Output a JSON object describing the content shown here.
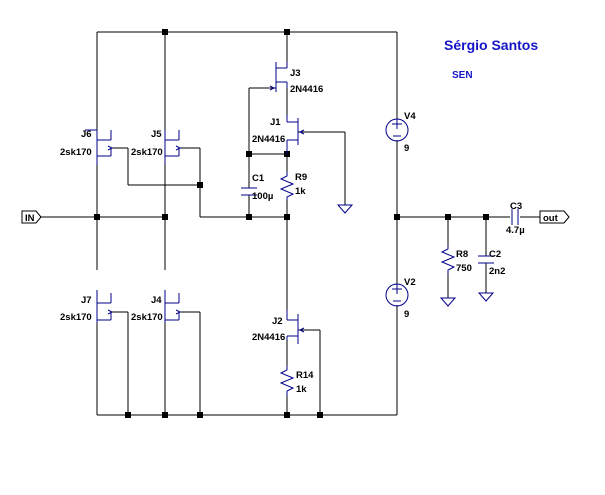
{
  "author": "Sérgio Santos",
  "subtitle": "SEN",
  "ports": {
    "in": "IN",
    "out": "out"
  },
  "jfets": {
    "J6": {
      "name": "J6",
      "model": "2sk170"
    },
    "J5": {
      "name": "J5",
      "model": "2sk170"
    },
    "J7": {
      "name": "J7",
      "model": "2sk170"
    },
    "J4": {
      "name": "J4",
      "model": "2sk170"
    },
    "J3": {
      "name": "J3",
      "model": "2N4416"
    },
    "J1": {
      "name": "J1",
      "model": "2N4416"
    },
    "J2": {
      "name": "J2",
      "model": "2N4416"
    }
  },
  "resistors": {
    "R9": {
      "name": "R9",
      "value": "1k"
    },
    "R14": {
      "name": "R14",
      "value": "1k"
    },
    "R8": {
      "name": "R8",
      "value": "750"
    }
  },
  "capacitors": {
    "C1": {
      "name": "C1",
      "value": "100µ"
    },
    "C2": {
      "name": "C2",
      "value": "2n2"
    },
    "C3": {
      "name": "C3",
      "value": "4.7µ"
    }
  },
  "sources": {
    "V4": {
      "name": "V4",
      "value": "9"
    },
    "V2": {
      "name": "V2",
      "value": "9"
    }
  },
  "colors": {
    "wire": "#000000",
    "component": "#00008b",
    "author": "#1515c8"
  }
}
